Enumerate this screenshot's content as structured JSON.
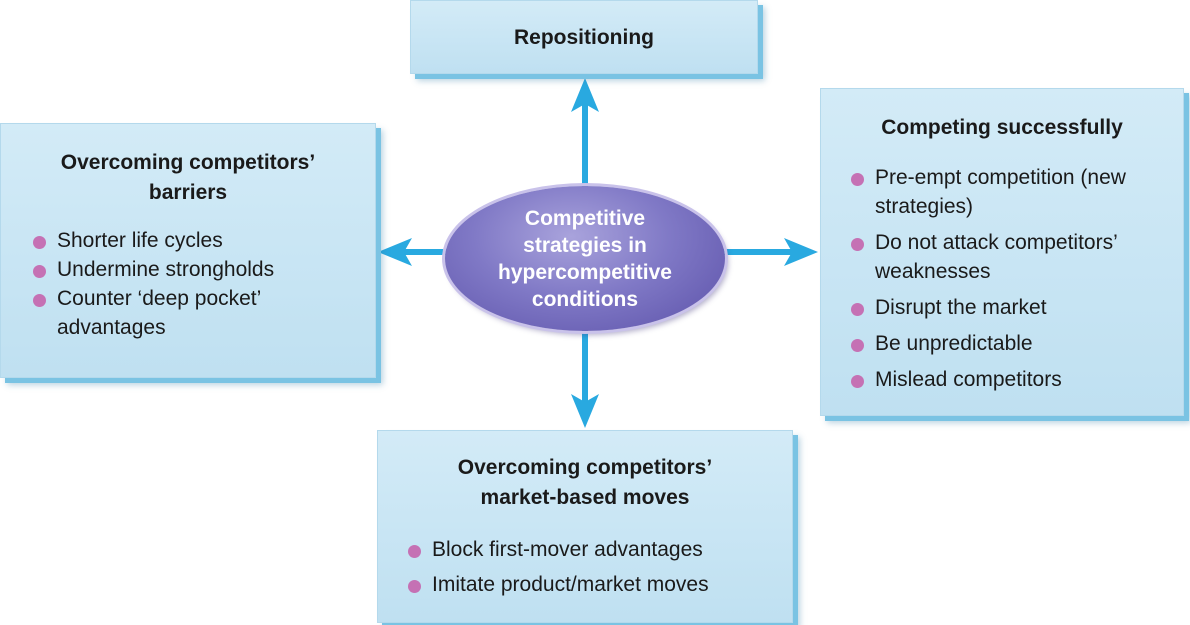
{
  "center": {
    "label": "Competitive\nstrategies in\nhypercompetitive\nconditions"
  },
  "top_box": {
    "title": "Repositioning"
  },
  "left_box": {
    "title": "Overcoming competitors’\nbarriers",
    "items": [
      "Shorter life cycles",
      "Undermine strongholds",
      "Counter ‘deep pocket’ advantages"
    ]
  },
  "right_box": {
    "title": "Competing successfully",
    "items": [
      "Pre-empt competition (new strategies)",
      "Do not attack competitors’ weaknesses",
      "Disrupt the market",
      "Be unpredictable",
      "Mislead competitors"
    ]
  },
  "bottom_box": {
    "title": "Overcoming competitors’\nmarket-based moves",
    "items": [
      "Block first-mover advantages",
      "Imitate product/market moves"
    ]
  },
  "colors": {
    "box_fill": "#c9e6f5",
    "arrow": "#29a9e0",
    "bullet": "#c571b4",
    "ellipse": "#6f66bb"
  }
}
